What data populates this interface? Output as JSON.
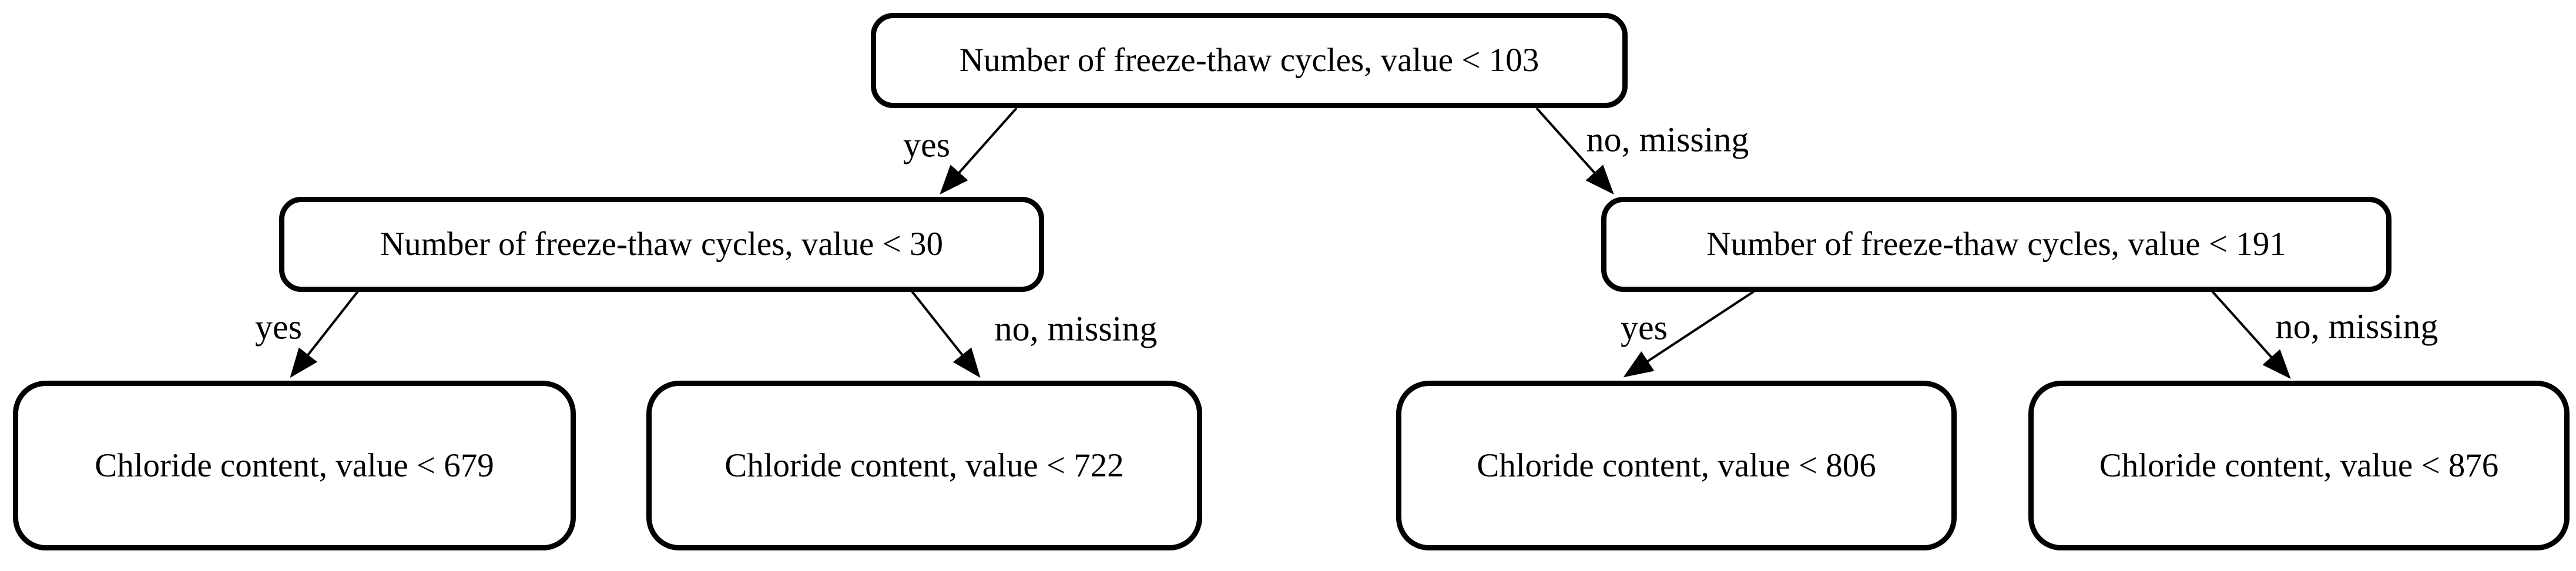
{
  "diagram": {
    "type": "decision-tree",
    "colors": {
      "background": "#ffffff",
      "node_fill": "#ffffff",
      "node_border": "#000000",
      "text": "#000000",
      "edge": "#000000"
    },
    "nodes": {
      "root": {
        "label": "Number of freeze-thaw cycles, value < 103"
      },
      "left": {
        "label": "Number of freeze-thaw cycles, value < 30"
      },
      "right": {
        "label": "Number of freeze-thaw cycles, value < 191"
      },
      "leaf1": {
        "label": "Chloride content, value < 679"
      },
      "leaf2": {
        "label": "Chloride content, value < 722"
      },
      "leaf3": {
        "label": "Chloride content, value < 806"
      },
      "leaf4": {
        "label": "Chloride content, value < 876"
      }
    },
    "edges": [
      {
        "from": "root",
        "to": "left",
        "label": "yes"
      },
      {
        "from": "root",
        "to": "right",
        "label": "no, missing"
      },
      {
        "from": "left",
        "to": "leaf1",
        "label": "yes"
      },
      {
        "from": "left",
        "to": "leaf2",
        "label": "no, missing"
      },
      {
        "from": "right",
        "to": "leaf3",
        "label": "yes"
      },
      {
        "from": "right",
        "to": "leaf4",
        "label": "no, missing"
      }
    ]
  }
}
